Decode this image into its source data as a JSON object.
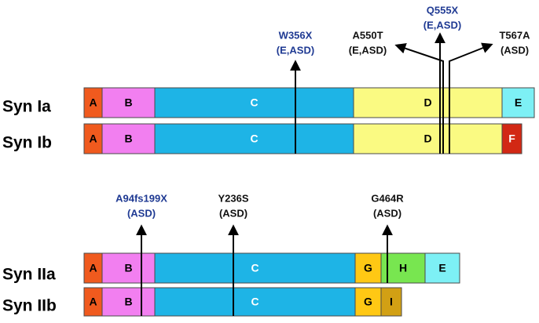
{
  "rows": [
    {
      "label": "Syn Ia",
      "domains": [
        {
          "name": "A",
          "color": "#f05a1e",
          "text_color": "#000000"
        },
        {
          "name": "B",
          "color": "#f27ff0",
          "text_color": "#000000"
        },
        {
          "name": "C",
          "color": "#1eb4e6",
          "text_color": "#ffffff"
        },
        {
          "name": "D",
          "color": "#fafa82",
          "text_color": "#000000"
        },
        {
          "name": "E",
          "color": "#7df0f5",
          "text_color": "#000000"
        }
      ]
    },
    {
      "label": "Syn Ib",
      "domains": [
        {
          "name": "A",
          "color": "#f05a1e",
          "text_color": "#000000"
        },
        {
          "name": "B",
          "color": "#f27ff0",
          "text_color": "#000000"
        },
        {
          "name": "C",
          "color": "#1eb4e6",
          "text_color": "#ffffff"
        },
        {
          "name": "D",
          "color": "#fafa82",
          "text_color": "#000000"
        },
        {
          "name": "F",
          "color": "#d22814",
          "text_color": "#ffffff"
        }
      ]
    },
    {
      "label": "Syn IIa",
      "domains": [
        {
          "name": "A",
          "color": "#f05a1e",
          "text_color": "#000000"
        },
        {
          "name": "B",
          "color": "#f27ff0",
          "text_color": "#000000"
        },
        {
          "name": "C",
          "color": "#1eb4e6",
          "text_color": "#ffffff"
        },
        {
          "name": "G",
          "color": "#ffc814",
          "text_color": "#000000"
        },
        {
          "name": "H",
          "color": "#78e650",
          "text_color": "#000000"
        },
        {
          "name": "E",
          "color": "#7df0f5",
          "text_color": "#000000"
        }
      ]
    },
    {
      "label": "Syn IIb",
      "domains": [
        {
          "name": "A",
          "color": "#f05a1e",
          "text_color": "#000000"
        },
        {
          "name": "B",
          "color": "#f27ff0",
          "text_color": "#000000"
        },
        {
          "name": "C",
          "color": "#1eb4e6",
          "text_color": "#ffffff"
        },
        {
          "name": "G",
          "color": "#ffc814",
          "text_color": "#000000"
        },
        {
          "name": "I",
          "color": "#d2a014",
          "text_color": "#000000"
        }
      ]
    }
  ],
  "mutations": [
    {
      "name": "W356X",
      "phenotype": "(E,ASD)",
      "color": "#1f3a93"
    },
    {
      "name": "A550T",
      "phenotype": "(E,ASD)",
      "color": "#111111"
    },
    {
      "name": "Q555X",
      "phenotype": "(E,ASD)",
      "color": "#1f3a93"
    },
    {
      "name": "T567A",
      "phenotype": "(ASD)",
      "color": "#111111"
    },
    {
      "name": "A94fs199X",
      "phenotype": "(ASD)",
      "color": "#1f3a93"
    },
    {
      "name": "Y236S",
      "phenotype": "(ASD)",
      "color": "#111111"
    },
    {
      "name": "G464R",
      "phenotype": "(ASD)",
      "color": "#111111"
    }
  ]
}
